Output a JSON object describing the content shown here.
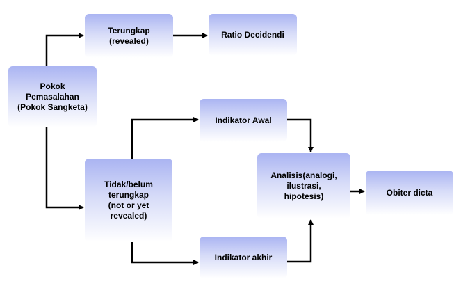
{
  "nodes": {
    "pokok": "Pokok\nPemasalahan\n(Pokok Sangketa)",
    "terungkap": "Terungkap\n(revealed)",
    "ratio": "Ratio Decidendi",
    "tidak": "Tidak/belum\nterungkap\n(not or yet\nrevealed)",
    "awal": "Indikator Awal",
    "akhir": "Indikator akhir",
    "analisis": "Analisis(analogi,\nilustrasi,\nhipotesis)",
    "obiter": "Obiter dicta"
  },
  "colors": {
    "node_top": "#aab4f2",
    "node_bottom": "#ffffff",
    "connector": "#000000"
  }
}
